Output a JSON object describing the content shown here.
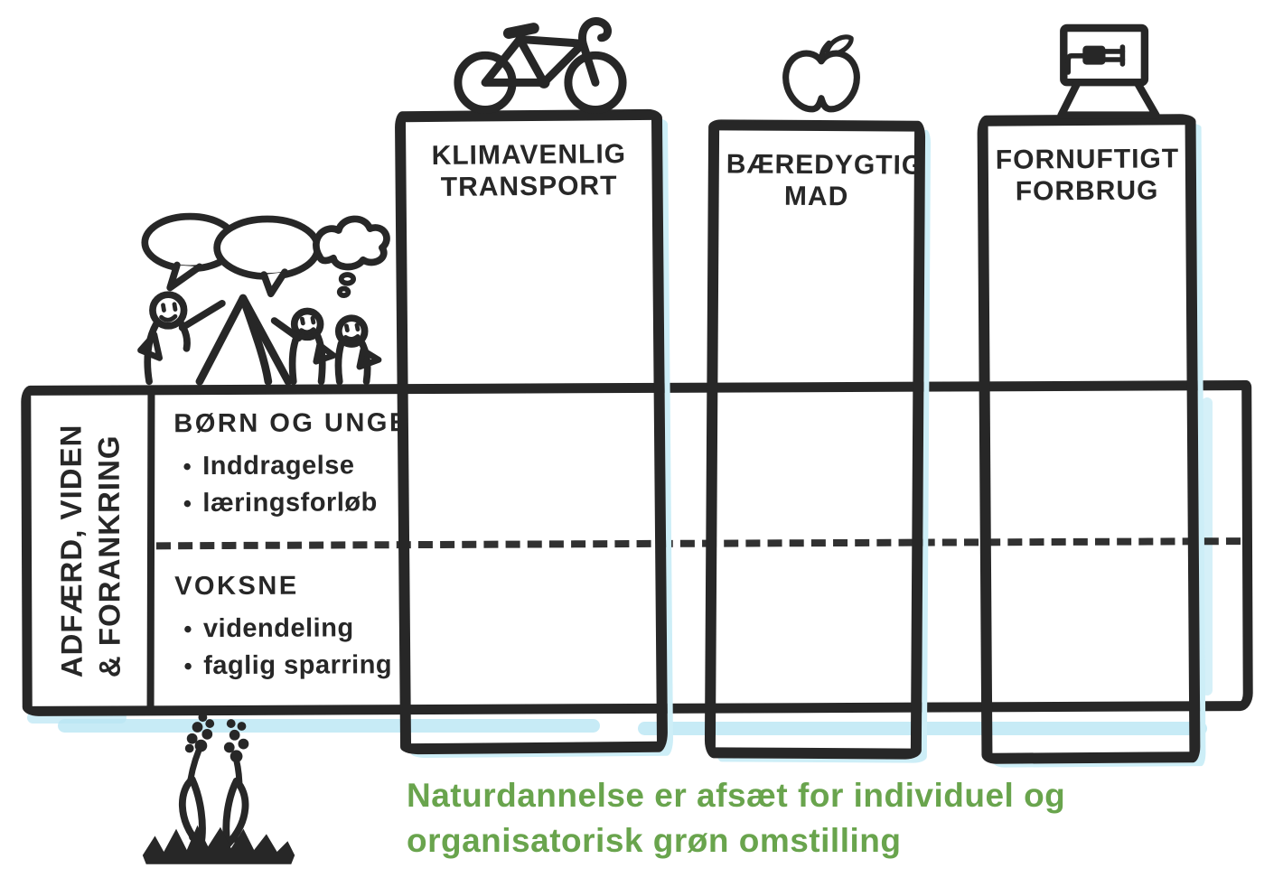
{
  "columns": [
    {
      "title": "KLIMAVENLIG TRANSPORT",
      "icon": "bicycle-icon"
    },
    {
      "title": "BÆREDYGTIG MAD",
      "icon": "apple-icon"
    },
    {
      "title": "FORNUFTIGT FORBRUG",
      "icon": "plug-icon"
    }
  ],
  "row_axis": {
    "label": "ADFÆRD, VIDEN & FORANKRING",
    "line1": "ADFÆRD, VIDEN",
    "line2": "& FORANKRING"
  },
  "rows": [
    {
      "heading": "BØRN OG UNGE",
      "bullets": [
        "Inddragelse",
        "læringsforløb"
      ]
    },
    {
      "heading": "VOKSNE",
      "bullets": [
        "videndeling",
        "faglig sparring"
      ]
    }
  ],
  "bullet_glyph": "•",
  "caption": {
    "line1": "Naturdannelse er afsæt for individuel og",
    "line2": "organisatorisk grøn omstilling"
  },
  "icons": [
    "bicycle-icon",
    "apple-icon",
    "plug-icon",
    "speech-bubble-icon",
    "thought-bubble-icon",
    "people-icon",
    "plant-icon"
  ],
  "colors": {
    "ink": "#272727",
    "accent_blue": "#b9e6f4",
    "caption_green": "#69a44d",
    "paper": "#ffffff"
  }
}
